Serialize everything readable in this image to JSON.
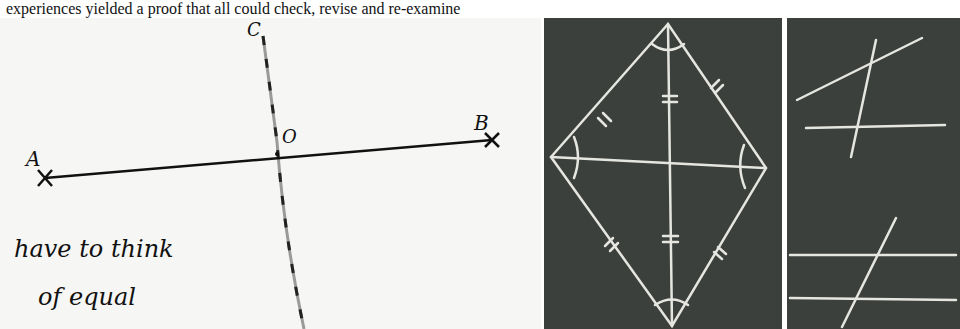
{
  "diagram": {
    "labels": [
      "experiences yielded a proof that all could check, revise and re-examine",
      "A",
      "B",
      "C",
      "O",
      "have to think",
      "of equal"
    ]
  }
}
